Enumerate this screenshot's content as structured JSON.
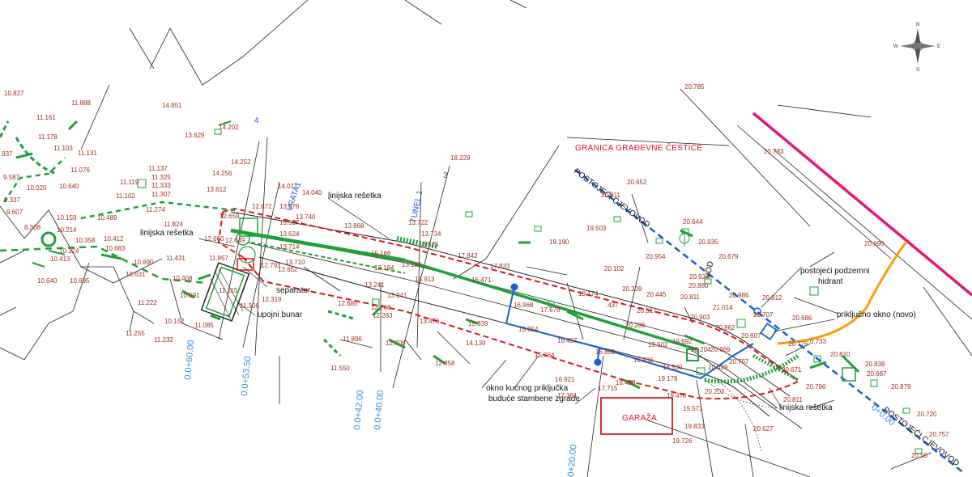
{
  "colors": {
    "boundary": "#e0141e",
    "drain": "#1ea03a",
    "water": "#1a5fd0",
    "orange_pipe": "#f5a00a",
    "magenta_pipe": "#e8147a",
    "elevation_text": "#a0301c",
    "station_text": "#2f8fe0"
  },
  "labels": {
    "granica": "GRANICA GRAĐEVNE ČESTICE",
    "postojeci_top": "POSTOJEĆI CJEVOVOD",
    "postojeci_bottom": "POSTOJEĆI CJEVOVOD",
    "hidrant": [
      "postojeći podzemni",
      "hidrant"
    ],
    "prikljucno": "priključno okno (novo)",
    "linijska_top": "linijska rešetka",
    "linijska_left": "linijska rešetka",
    "linijska_right": "linijska rešetka",
    "separator": "separator",
    "upojni": "upojni bunar",
    "okno": [
      "okno kućnog priključka",
      "buduće stambene zgrade"
    ],
    "garaza": "GARAŽA",
    "vrata": "VRATA1",
    "tunel": "TUNEL 1",
    "num4": "4",
    "num3": "3",
    "vod": "VOD"
  },
  "stations": [
    {
      "id": "s1",
      "text": "0.0+60.00"
    },
    {
      "id": "s2",
      "text": "0.0+53.50"
    },
    {
      "id": "s3",
      "text": "0.0+42.00"
    },
    {
      "id": "s4",
      "text": "0.0+40.00"
    },
    {
      "id": "s5",
      "text": "0+20.00"
    },
    {
      "id": "s6",
      "text": "0+0.00"
    }
  ],
  "elevations": [
    {
      "id": "e1",
      "text": "10.827"
    },
    {
      "id": "e2",
      "text": "11.888"
    },
    {
      "id": "e3",
      "text": "11.161"
    },
    {
      "id": "e4",
      "text": "14.851"
    },
    {
      "id": "e5",
      "text": "11.178"
    },
    {
      "id": "e6",
      "text": "11.103"
    },
    {
      "id": "e7",
      "text": "11.131"
    },
    {
      "id": "e8",
      "text": ".937"
    },
    {
      "id": "e9",
      "text": "11.076"
    },
    {
      "id": "e10",
      "text": "9.587"
    },
    {
      "id": "e11",
      "text": "10.020"
    },
    {
      "id": "e12",
      "text": "10.640"
    },
    {
      "id": "e13",
      "text": "9.337"
    },
    {
      "id": "e14",
      "text": "9.607"
    },
    {
      "id": "e15",
      "text": "8.308"
    },
    {
      "id": "e16",
      "text": "10.159"
    },
    {
      "id": "e17",
      "text": "10.214"
    },
    {
      "id": "e18",
      "text": "10.489"
    },
    {
      "id": "e19",
      "text": "10.358"
    },
    {
      "id": "e20",
      "text": "10.324"
    },
    {
      "id": "e21",
      "text": "10.413"
    },
    {
      "id": "e22",
      "text": "10.412"
    },
    {
      "id": "e23",
      "text": "10.683"
    },
    {
      "id": "e24",
      "text": "10.690"
    },
    {
      "id": "e25",
      "text": "10.631"
    },
    {
      "id": "e26",
      "text": "10.640"
    },
    {
      "id": "e27",
      "text": "10.695"
    },
    {
      "id": "e28",
      "text": "11.222"
    },
    {
      "id": "e29",
      "text": "11.255"
    },
    {
      "id": "e30",
      "text": "11.232"
    },
    {
      "id": "e31",
      "text": "10.152"
    },
    {
      "id": "e32",
      "text": "10.691"
    },
    {
      "id": "e33",
      "text": "10.408"
    },
    {
      "id": "e34",
      "text": "11.431"
    },
    {
      "id": "e35",
      "text": "11.824"
    },
    {
      "id": "e36",
      "text": "11.274"
    },
    {
      "id": "e37",
      "text": "11.119"
    },
    {
      "id": "e38",
      "text": "11.102"
    },
    {
      "id": "e39",
      "text": "11.137"
    },
    {
      "id": "e40",
      "text": "11.325"
    },
    {
      "id": "e41",
      "text": "11.333"
    },
    {
      "id": "e42",
      "text": "11.307"
    },
    {
      "id": "e43",
      "text": "13.629"
    },
    {
      "id": "e44",
      "text": "14.202"
    },
    {
      "id": "e45",
      "text": "14.252"
    },
    {
      "id": "e46",
      "text": "14.256"
    },
    {
      "id": "e47",
      "text": "13.612"
    },
    {
      "id": "e48",
      "text": "14.017"
    },
    {
      "id": "e49",
      "text": "14.040"
    },
    {
      "id": "e50",
      "text": "13.576"
    },
    {
      "id": "e51",
      "text": "13.740"
    },
    {
      "id": "e52",
      "text": "13.868"
    },
    {
      "id": "e53",
      "text": "12.872"
    },
    {
      "id": "e54",
      "text": "12.659"
    },
    {
      "id": "e55",
      "text": "13.527"
    },
    {
      "id": "e56",
      "text": "12.660"
    },
    {
      "id": "e57",
      "text": "12.649"
    },
    {
      "id": "e58",
      "text": "13.624"
    },
    {
      "id": "e59",
      "text": "13.714"
    },
    {
      "id": "e60",
      "text": "11.957"
    },
    {
      "id": "e61",
      "text": "13.710"
    },
    {
      "id": "e62",
      "text": "13.652"
    },
    {
      "id": "e63",
      "text": "12.793"
    },
    {
      "id": "e64",
      "text": "12.319"
    },
    {
      "id": "e65",
      "text": "11.306"
    },
    {
      "id": "e66",
      "text": "11.115"
    },
    {
      "id": "e67",
      "text": "11.085"
    },
    {
      "id": "e68",
      "text": "13.722"
    },
    {
      "id": "e69",
      "text": "13.734"
    },
    {
      "id": "e70",
      "text": "13.525"
    },
    {
      "id": "e71",
      "text": "15.166"
    },
    {
      "id": "e72",
      "text": "13.184"
    },
    {
      "id": "e73",
      "text": "13.199"
    },
    {
      "id": "e74",
      "text": "15.913"
    },
    {
      "id": "e75",
      "text": "13.241"
    },
    {
      "id": "e76",
      "text": "13.241"
    },
    {
      "id": "e77",
      "text": "12.685"
    },
    {
      "id": "e78",
      "text": "12.768"
    },
    {
      "id": "e79",
      "text": "12.283"
    },
    {
      "id": "e80",
      "text": "13.476"
    },
    {
      "id": "e81",
      "text": "11.896"
    },
    {
      "id": "e82",
      "text": "12.705"
    },
    {
      "id": "e83",
      "text": "11.550"
    },
    {
      "id": "e84",
      "text": "12.858"
    },
    {
      "id": "e85",
      "text": "18.229"
    },
    {
      "id": "e86",
      "text": "17.842"
    },
    {
      "id": "e87",
      "text": "17.833"
    },
    {
      "id": "e88",
      "text": "16.471"
    },
    {
      "id": "e89",
      "text": "15.839"
    },
    {
      "id": "e90",
      "text": "14.139"
    },
    {
      "id": "e91",
      "text": "15.764"
    },
    {
      "id": "e92",
      "text": "15.954"
    },
    {
      "id": "e93",
      "text": "16.457"
    },
    {
      "id": "e94",
      "text": "16.968"
    },
    {
      "id": "e95",
      "text": "17.676"
    },
    {
      "id": "e96",
      "text": "19.174"
    },
    {
      "id": "e97",
      "text": "19.190"
    },
    {
      "id": "e98",
      "text": "19.503"
    },
    {
      "id": "e99",
      "text": "20.652"
    },
    {
      "id": "e100",
      "text": "20.811"
    },
    {
      "id": "e101",
      "text": "20.644"
    },
    {
      "id": "e102",
      "text": "20.835"
    },
    {
      "id": "e103",
      "text": "20.954"
    },
    {
      "id": "e104",
      "text": "20.102"
    },
    {
      "id": "e105",
      "text": "20.209"
    },
    {
      "id": "e106",
      "text": "20.445"
    },
    {
      "id": "e107",
      "text": "20.517"
    },
    {
      "id": "e108",
      "text": "20.286"
    },
    {
      "id": "e109",
      "text": "20.880"
    },
    {
      "id": "e110",
      "text": "20.811"
    },
    {
      "id": "e111",
      "text": "20.924"
    },
    {
      "id": "e112",
      "text": "20.679"
    },
    {
      "id": "e113",
      "text": "20.986"
    },
    {
      "id": "e114",
      "text": "21.014"
    },
    {
      "id": "e115",
      "text": "20.903"
    },
    {
      "id": "e116",
      "text": "20.812"
    },
    {
      "id": "e117",
      "text": "20.707"
    },
    {
      "id": "e118",
      "text": "20.686"
    },
    {
      "id": "e119",
      "text": "20.862"
    },
    {
      "id": "e120",
      "text": "20.607"
    },
    {
      "id": "e121",
      "text": "20.204"
    },
    {
      "id": "e122",
      "text": "20.669"
    },
    {
      "id": "e123",
      "text": "19.602"
    },
    {
      "id": "e124",
      "text": "19.692"
    },
    {
      "id": "e125",
      "text": "19.936"
    },
    {
      "id": "e126",
      "text": "18.530"
    },
    {
      "id": "e127",
      "text": "20.429"
    },
    {
      "id": "e128",
      "text": "20.757"
    },
    {
      "id": "e129",
      "text": "20.776"
    },
    {
      "id": "e130",
      "text": "20.671"
    },
    {
      "id": "e131",
      "text": "20.796"
    },
    {
      "id": "e132",
      "text": "20.810"
    },
    {
      "id": "e133",
      "text": "20.838"
    },
    {
      "id": "e134",
      "text": "20.687"
    },
    {
      "id": "e135",
      "text": "20.879"
    },
    {
      "id": "e136",
      "text": "0.733"
    },
    {
      "id": "e137",
      "text": "20.783"
    },
    {
      "id": "e138",
      "text": "20.785"
    },
    {
      "id": "e139",
      "text": "20.690"
    },
    {
      "id": "e140",
      "text": "20.720"
    },
    {
      "id": "e141",
      "text": "20.757"
    },
    {
      "id": "e142",
      "text": "20.811"
    },
    {
      "id": "e143",
      "text": "20.627"
    },
    {
      "id": "e144",
      "text": "20.202"
    },
    {
      "id": "e145",
      "text": "19.178"
    },
    {
      "id": "e146",
      "text": "19.470"
    },
    {
      "id": "e147",
      "text": "19.571"
    },
    {
      "id": "e148",
      "text": "19.833"
    },
    {
      "id": "e149",
      "text": "19.726"
    },
    {
      "id": "e150",
      "text": "16.921"
    },
    {
      "id": "e151",
      "text": "17.715"
    },
    {
      "id": "e152",
      "text": "18.453"
    },
    {
      "id": "e153",
      "text": "17.361"
    },
    {
      "id": "e154",
      "text": "16.800"
    },
    {
      "id": "e155",
      "text": ".437"
    },
    {
      "id": "e156",
      "text": "20.58"
    }
  ],
  "compass": {
    "n": "N",
    "s": "S",
    "e": "E",
    "w": "W"
  }
}
